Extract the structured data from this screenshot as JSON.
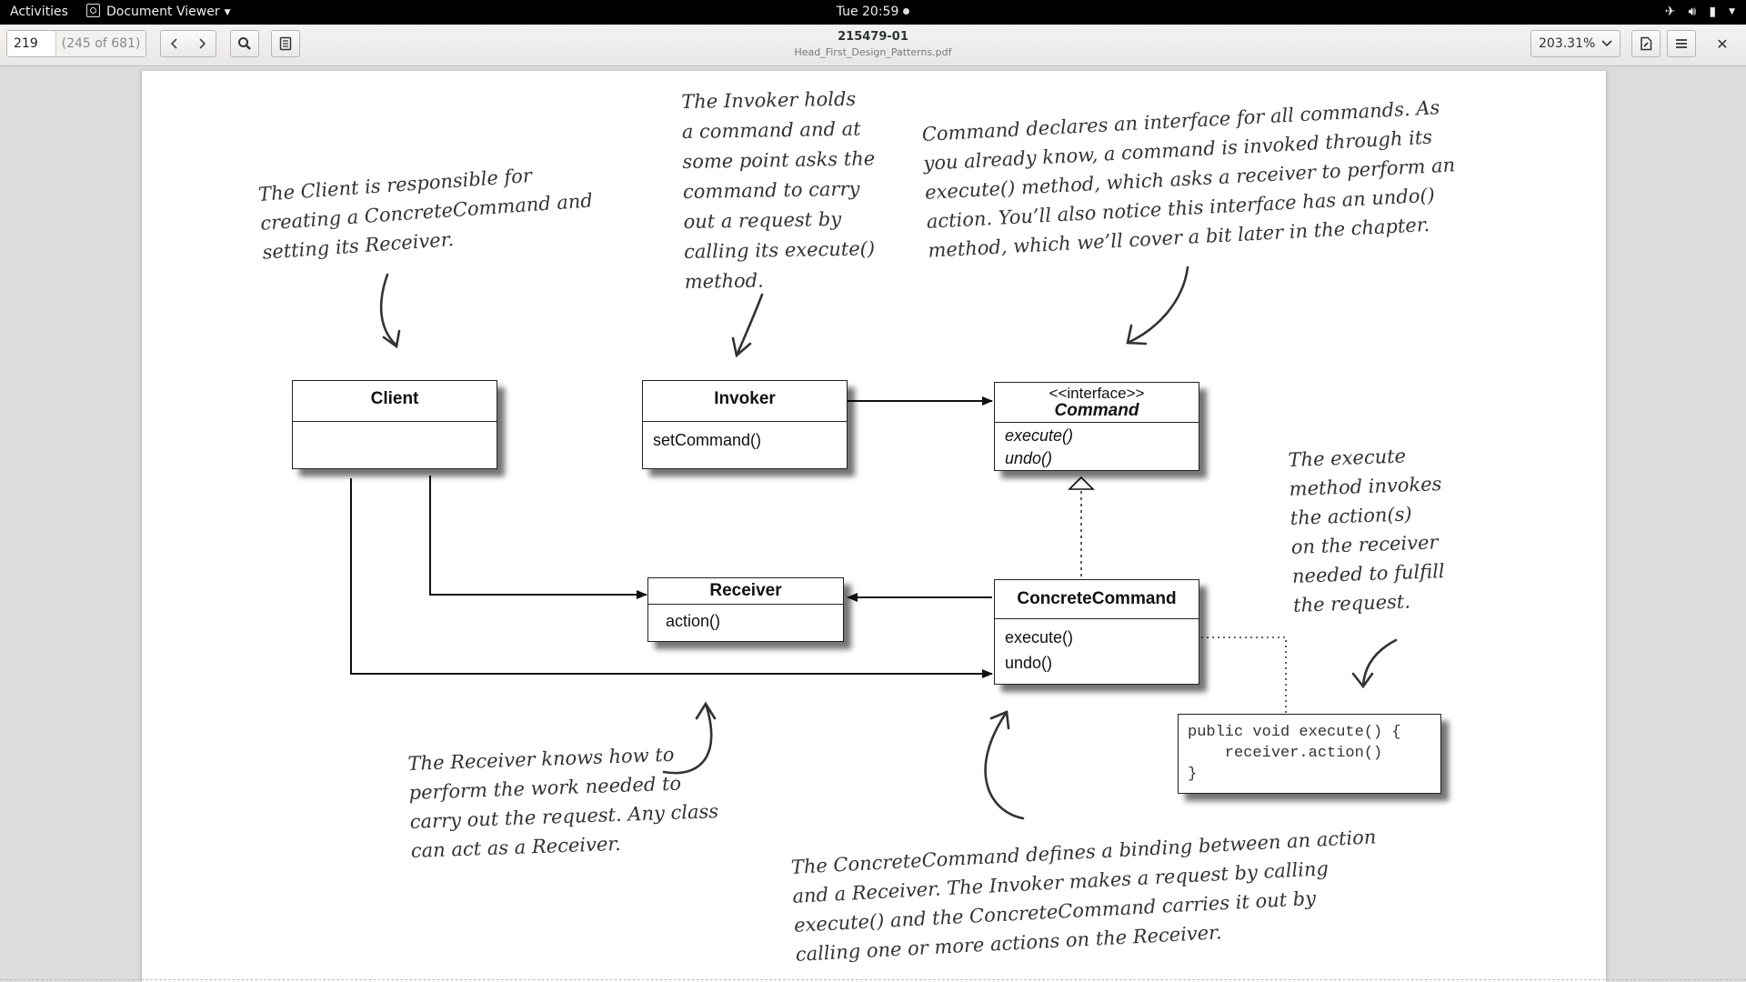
{
  "topbar": {
    "activities": "Activities",
    "app_name": "Document Viewer",
    "clock": "Tue 20:59"
  },
  "header": {
    "page_number": "219",
    "page_count": "(245 of 681)",
    "doc_title": "215479-01",
    "doc_subtitle": "Head_First_Design_Patterns.pdf",
    "zoom": "203.31%"
  },
  "page": {
    "notes": {
      "client": "The Client is responsible for\ncreating a ConcreteCommand and\nsetting its Receiver.",
      "invoker": "The Invoker holds\na command and at\nsome point asks the\ncommand to carry\nout a request by\ncalling its execute()\nmethod.",
      "command": "Command declares an interface for all commands. As\nyou already know, a command is invoked through its\nexecute() method, which asks a receiver to perform an\naction.  You’ll also notice this interface has an undo()\nmethod, which we’ll cover a bit later in the chapter.",
      "execute": "The execute\nmethod invokes\nthe action(s)\non the receiver\nneeded to fulfill\nthe request.",
      "receiver": "The Receiver knows how to\nperform the work needed to\ncarry out the request.  Any class\ncan act as a Receiver.",
      "concrete": "The ConcreteCommand defines a binding between an action\nand a Receiver.  The Invoker makes a request by calling\nexecute() and the ConcreteCommand carries it out by\ncalling one or more actions on the Receiver."
    },
    "classes": {
      "client": {
        "name": "Client"
      },
      "invoker": {
        "name": "Invoker",
        "method": "setCommand()"
      },
      "command": {
        "stereotype": "<<interface>>",
        "name": "Command",
        "method1": "execute()",
        "method2": "undo()"
      },
      "receiver": {
        "name": "Receiver",
        "method": "action()"
      },
      "concrete": {
        "name": "ConcreteCommand",
        "method1": "execute()",
        "method2": "undo()"
      }
    },
    "code": "public void execute() {\n    receiver.action()\n}"
  }
}
